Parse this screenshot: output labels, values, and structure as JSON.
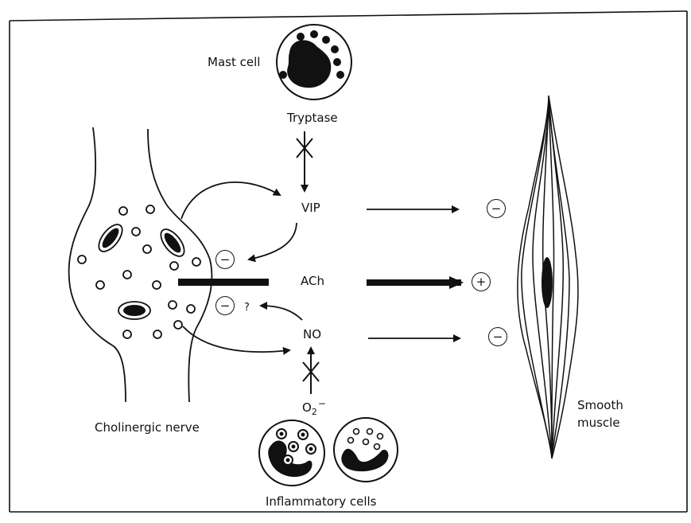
{
  "labels": {
    "mast_cell": "Mast cell",
    "tryptase": "Tryptase",
    "vip": "VIP",
    "ach": "ACh",
    "no": "NO",
    "o2": "O",
    "o2_sub": "2",
    "o2_sup": "−",
    "question": "?",
    "cholinergic_nerve": "Cholinergic nerve",
    "smooth_muscle_line1": "Smooth",
    "smooth_muscle_line2": "muscle",
    "inflammatory_cells": "Inflammatory cells"
  },
  "signs": {
    "vip_effect": "−",
    "ach_effect": "+",
    "no_effect": "−",
    "vip_feedback": "−",
    "no_feedback": "−"
  }
}
